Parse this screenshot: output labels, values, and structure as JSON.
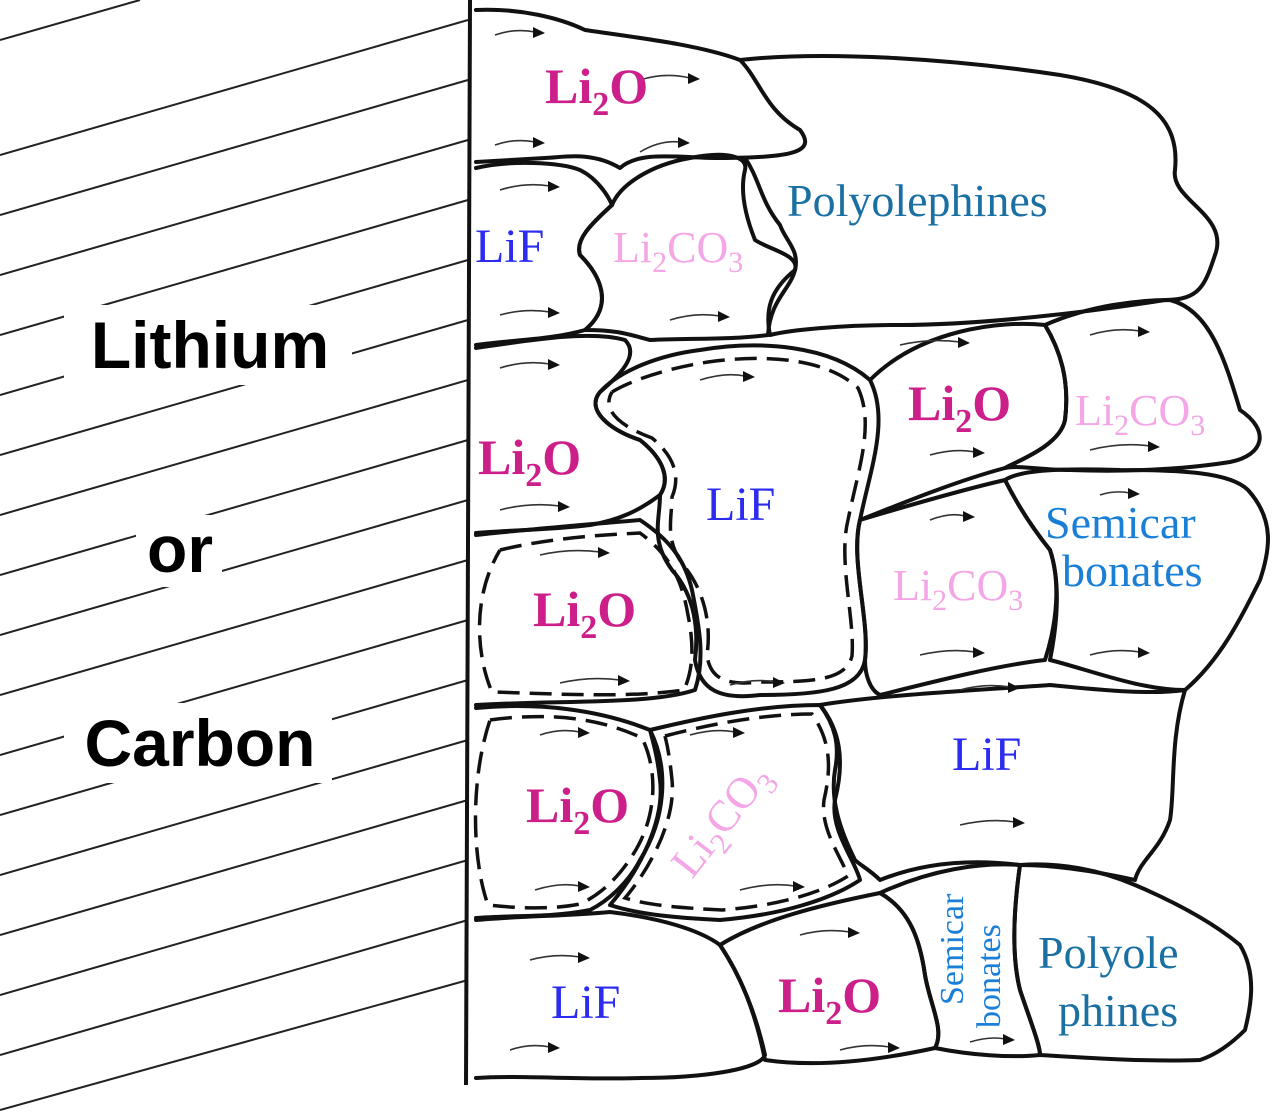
{
  "electrode": {
    "line1": "Lithium",
    "line2": "or",
    "line3": "Carbon"
  },
  "labels": {
    "li2o": {
      "base": "Li",
      "sub": "2",
      "tail": "O"
    },
    "li2co3": {
      "base": "Li",
      "sub": "2",
      "tail": "CO",
      "sub2": "3"
    },
    "lif": "LiF",
    "polyolephines": "Polyolephines",
    "polyole": "Polyole",
    "phines": "phines",
    "semicar": "Semicar",
    "bonates": "bonates"
  },
  "colors": {
    "li2o": "#cc1f8a",
    "li2co3": "#f4a6e6",
    "lif": "#2c2cf0",
    "organic": "#1a6fa3",
    "semicarbonates": "#1a7fd6"
  }
}
